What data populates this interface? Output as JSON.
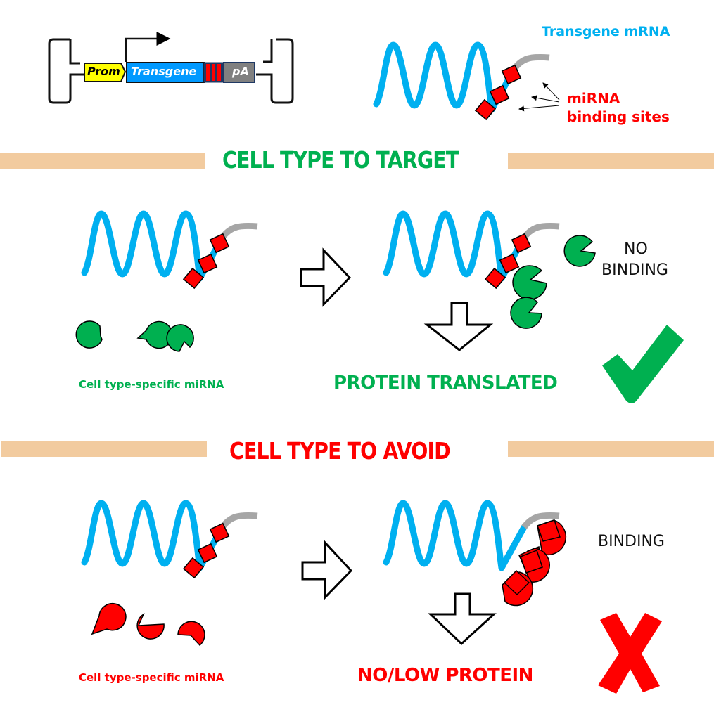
{
  "construct": {
    "promoter_label": "Prom",
    "transgene_label": "Transgene",
    "polya_label": "pA"
  },
  "legend": {
    "mrna_label": "Transgene mRNA",
    "sites_label_line1": "miRNA",
    "sites_label_line2": "binding sites"
  },
  "target_section": {
    "heading": "CELL TYPE TO TARGET",
    "mirna_label": "Cell type-specific miRNA",
    "binding_label_line1": "NO",
    "binding_label_line2": "BINDING",
    "outcome": "PROTEIN TRANSLATED",
    "outcome_icon": "check-icon"
  },
  "avoid_section": {
    "heading": "CELL TYPE TO AVOID",
    "mirna_label": "Cell type-specific miRNA",
    "binding_label": "BINDING",
    "outcome": "NO/LOW PROTEIN",
    "outcome_icon": "cross-icon"
  },
  "colors": {
    "mrna": "#00b0f0",
    "tail": "#a6a6a6",
    "site": "#ff0000",
    "target_mirna": "#00b050",
    "avoid_mirna": "#ff0000",
    "separator": "#f2cb9f",
    "promoter": "#ffff00",
    "transgene": "#0099ff",
    "polya": "#808080"
  }
}
